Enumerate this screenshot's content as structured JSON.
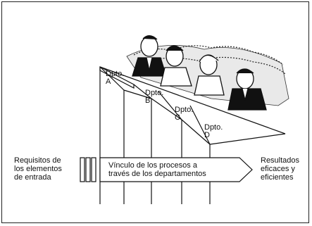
{
  "diagram": {
    "left_label": "Requisitos de\nlos elementos\nde entrada",
    "arrow_label": "Vínculo de los procesos a\ntravés de los departamentos",
    "right_label": "Resultados\neficaces y\neficientes",
    "departments": [
      "Dpto.\nA",
      "Dpto.\nB",
      "Dpto.\nC",
      "Dpto.\nD"
    ]
  }
}
